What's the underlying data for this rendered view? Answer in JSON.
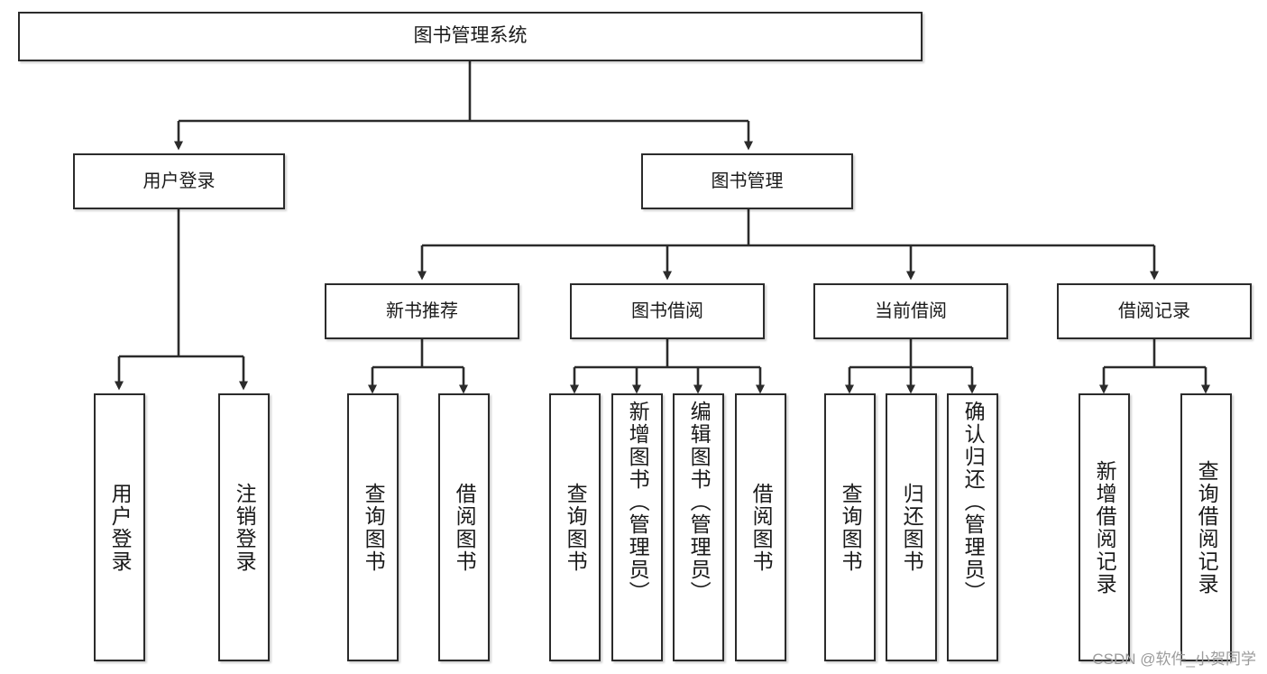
{
  "diagram": {
    "type": "tree",
    "title": "图书管理系统",
    "watermark": "CSDN @软件_小贺同学",
    "colors": {
      "box_border": "#2b2b2b",
      "box_fill": "#ffffff",
      "edge": "#2b2b2b",
      "text": "#1a1a1a",
      "watermark": "#9b9b9b",
      "background": "#ffffff"
    },
    "nodes": {
      "root": {
        "label": "图书管理系统"
      },
      "level2": [
        {
          "id": "user-login",
          "label": "用户登录"
        },
        {
          "id": "book-management",
          "label": "图书管理"
        }
      ],
      "level3": [
        {
          "id": "new-book-recommend",
          "label": "新书推荐"
        },
        {
          "id": "book-borrow",
          "label": "图书借阅"
        },
        {
          "id": "current-borrow",
          "label": "当前借阅"
        },
        {
          "id": "borrow-record",
          "label": "借阅记录"
        }
      ],
      "leaves": {
        "user_login": [
          {
            "id": "leaf-user-login",
            "label": "用户登录"
          },
          {
            "id": "leaf-logout-login",
            "label": "注销登录"
          }
        ],
        "new_book_recommend": [
          {
            "id": "leaf-query-book-1",
            "label": "查询图书"
          },
          {
            "id": "leaf-borrow-book-1",
            "label": "借阅图书"
          }
        ],
        "book_borrow": [
          {
            "id": "leaf-query-book-2",
            "label": "查询图书"
          },
          {
            "id": "leaf-add-book",
            "label": "新增图书（管理员）"
          },
          {
            "id": "leaf-edit-book",
            "label": "编辑图书（管理员）"
          },
          {
            "id": "leaf-borrow-book-2",
            "label": "借阅图书"
          }
        ],
        "current_borrow": [
          {
            "id": "leaf-query-book-3",
            "label": "查询图书"
          },
          {
            "id": "leaf-return-book",
            "label": "归还图书"
          },
          {
            "id": "leaf-confirm-return",
            "label": "确认归还（管理员）"
          }
        ],
        "borrow_record": [
          {
            "id": "leaf-add-borrow-record",
            "label": "新增借阅记录"
          },
          {
            "id": "leaf-query-borrow-record",
            "label": "查询借阅记录"
          }
        ]
      }
    }
  }
}
